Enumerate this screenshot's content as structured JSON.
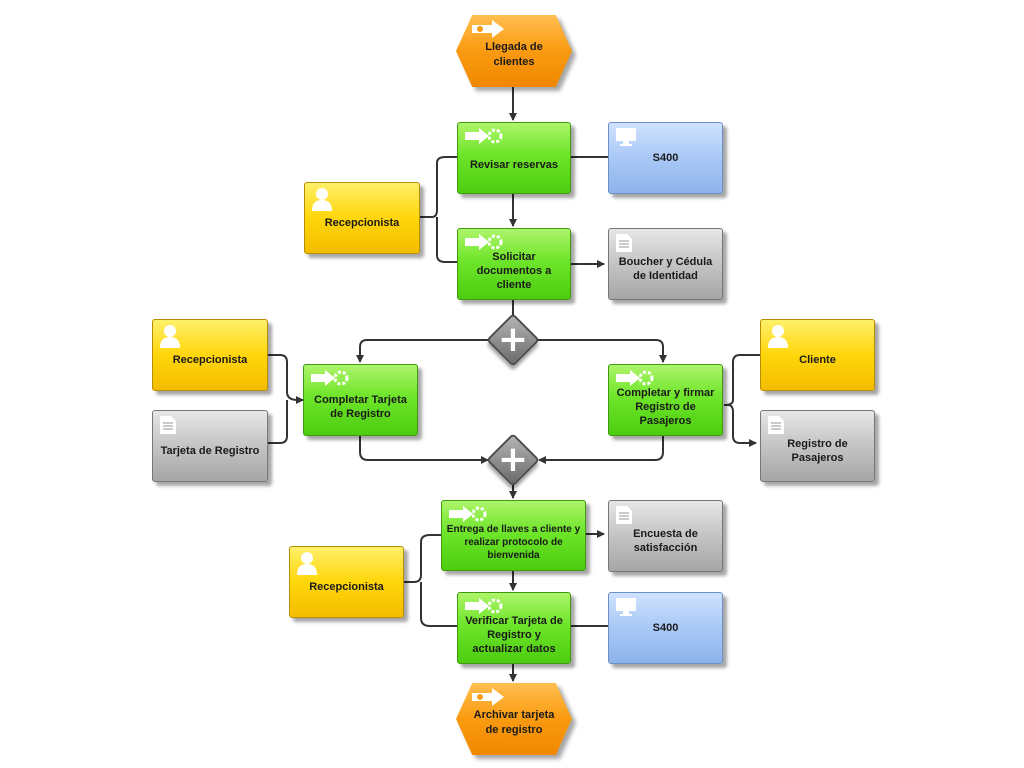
{
  "nodes": {
    "llegada": {
      "label": "Llegada de clientes",
      "icon": "event-arrow-icon"
    },
    "revisar": {
      "label": "Revisar reservas",
      "icon": "function-gear-arrow-icon"
    },
    "s400_1": {
      "label": "S400",
      "icon": "monitor-icon"
    },
    "recep_1": {
      "label": "Recepcionista",
      "icon": "person-icon"
    },
    "solicitar": {
      "label": "Solicitar documentos a cliente",
      "icon": "function-gear-arrow-icon"
    },
    "boucher": {
      "label": "Boucher y Cédula de Identidad",
      "icon": "document-icon"
    },
    "recep_2": {
      "label": "Recepcionista",
      "icon": "person-icon"
    },
    "tarjeta_doc": {
      "label": "Tarjeta de Registro",
      "icon": "document-icon"
    },
    "completar": {
      "label": "Completar Tarjeta de Registro",
      "icon": "function-gear-arrow-icon"
    },
    "firmar": {
      "label": "Completar y firmar Registro de Pasajeros",
      "icon": "function-gear-arrow-icon"
    },
    "cliente": {
      "label": "Cliente",
      "icon": "person-icon"
    },
    "registro_doc": {
      "label": "Registro de Pasajeros",
      "icon": "document-icon"
    },
    "entrega": {
      "label": "Entrega de llaves a cliente y realizar protocolo de bienvenida",
      "icon": "function-gear-arrow-icon"
    },
    "encuesta": {
      "label": "Encuesta de satisfacción",
      "icon": "document-icon"
    },
    "recep_3": {
      "label": "Recepcionista",
      "icon": "person-icon"
    },
    "verificar": {
      "label": "Verificar Tarjeta de Registro y actualizar datos",
      "icon": "function-gear-arrow-icon"
    },
    "s400_2": {
      "label": "S400",
      "icon": "monitor-icon"
    },
    "archivar": {
      "label": "Archivar tarjeta de registro",
      "icon": "event-arrow-icon"
    }
  },
  "gateways": [
    {
      "type": "and",
      "symbol": "+"
    },
    {
      "type": "and",
      "symbol": "+"
    }
  ],
  "colors": {
    "function": "#6ee52a",
    "organization": "#ffd60a",
    "system": "#a9c8f5",
    "document": "#c4c4c4",
    "event": "#f99a10",
    "gateway": "#8a8a8a",
    "connector": "#333333"
  }
}
